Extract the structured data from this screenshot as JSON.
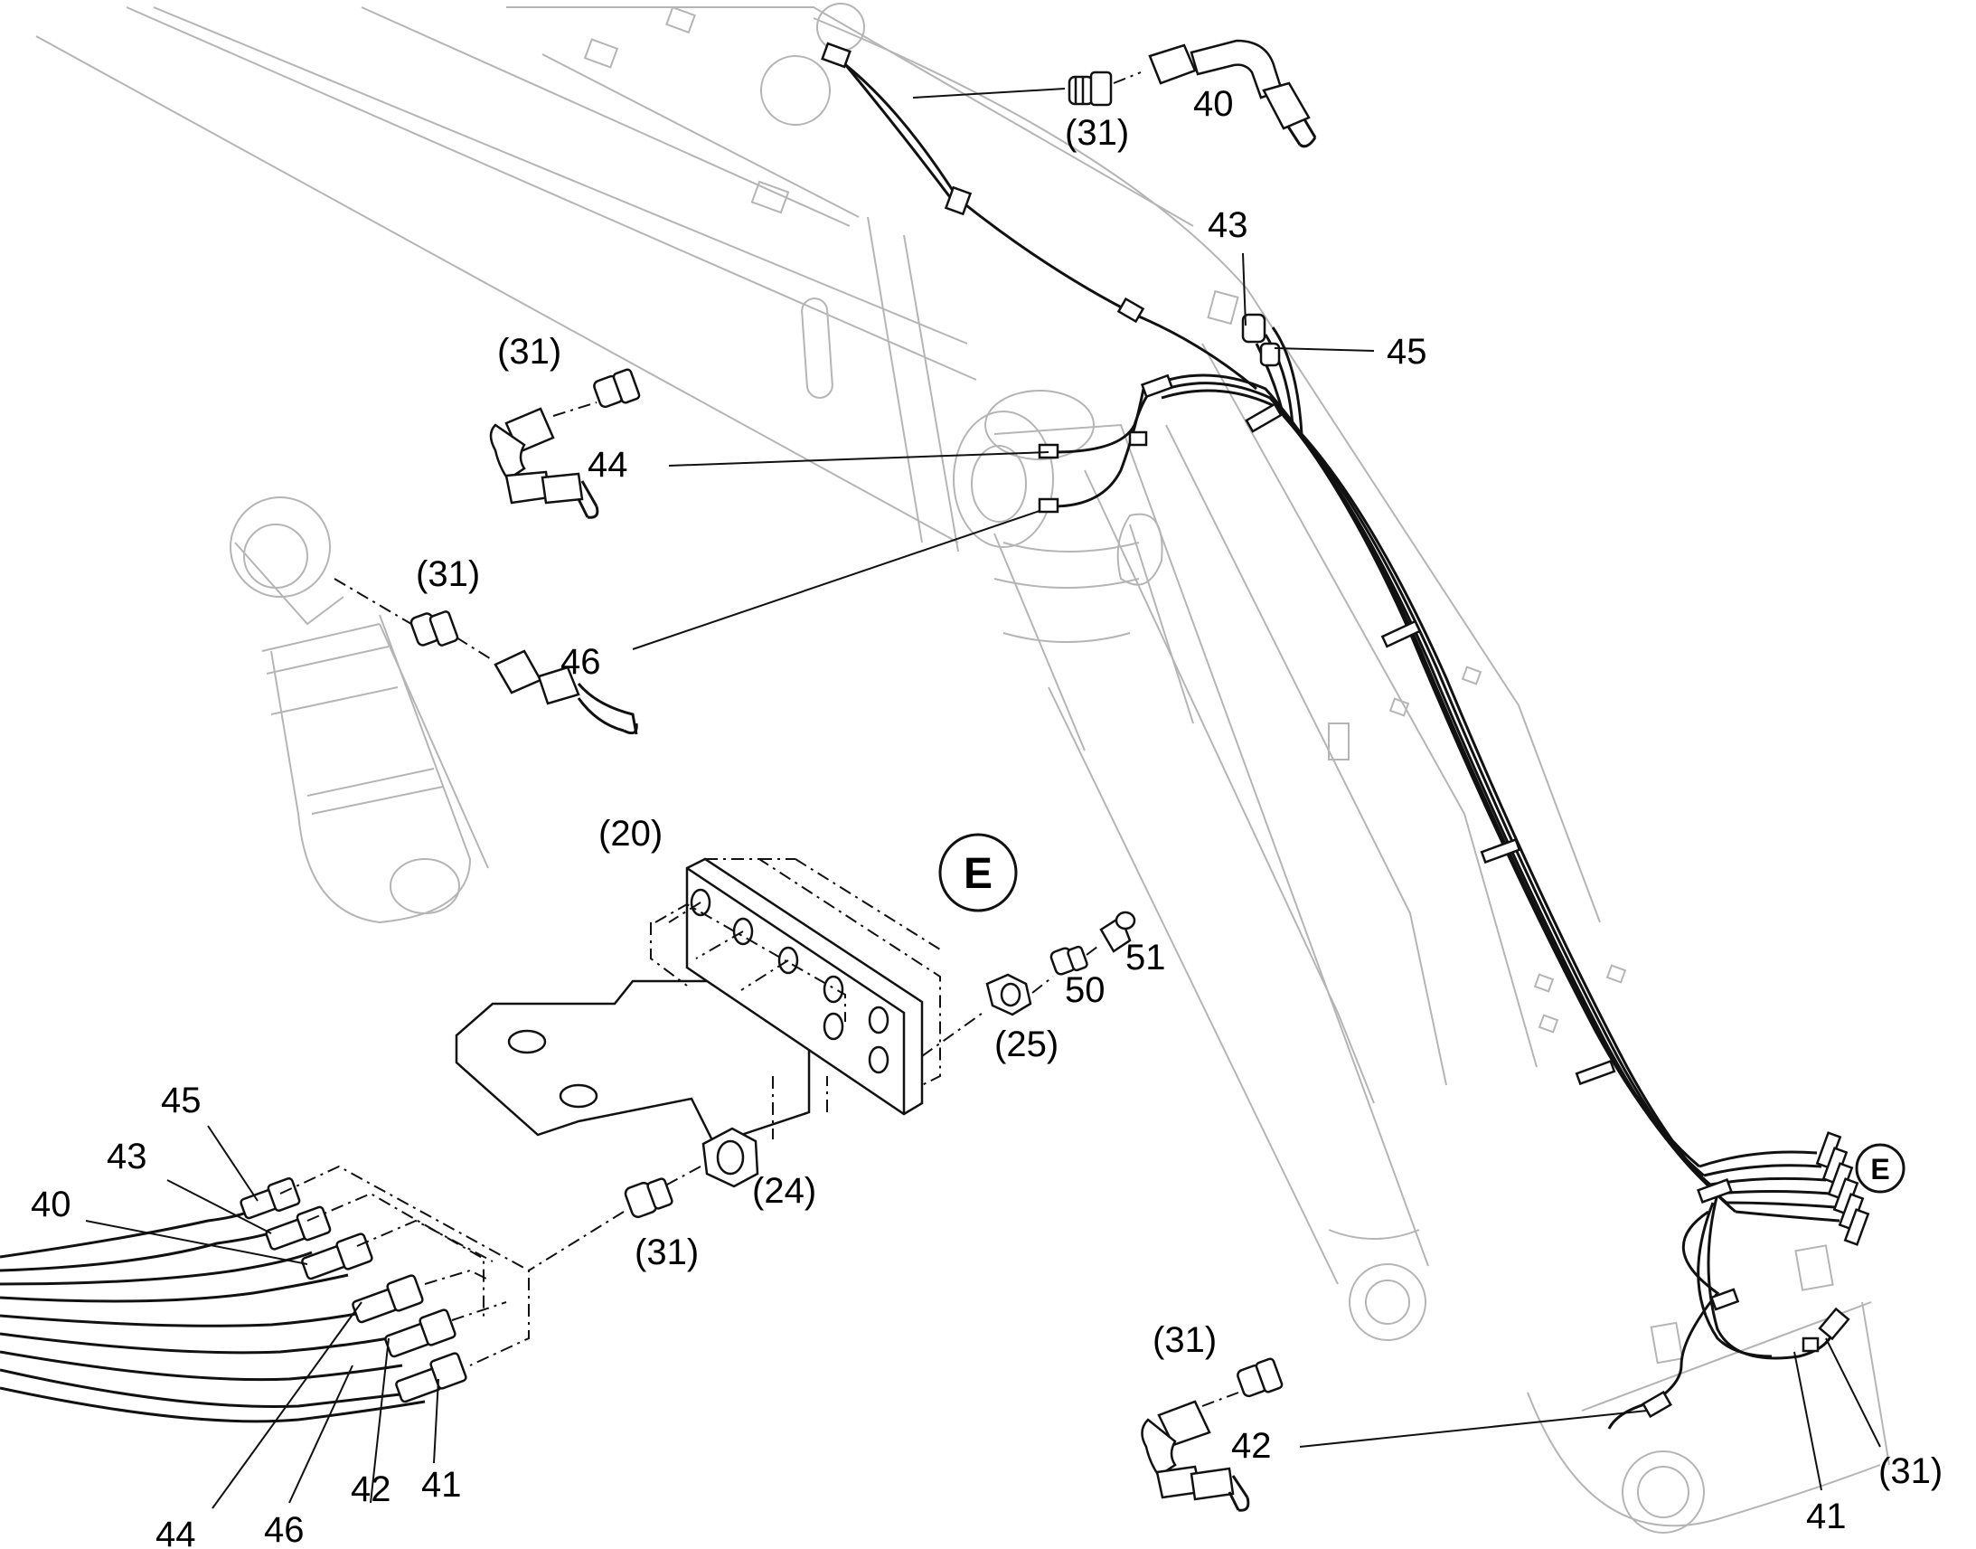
{
  "callouts": {
    "c40_top": "40",
    "c31_top": "(31)",
    "c43_top": "43",
    "c45_top": "45",
    "c31_left": "(31)",
    "c44_mid": "44",
    "c31_cyl": "(31)",
    "c46_mid": "46",
    "c20": "(20)",
    "cE_block": "E",
    "c51": "51",
    "c50": "50",
    "c25": "(25)",
    "cE_right": "E",
    "c24": "(24)",
    "c31_lower": "(31)",
    "c45_bot": "45",
    "c43_bot": "43",
    "c40_bot": "40",
    "c44_bot": "44",
    "c46_bot": "46",
    "c42_bot": "42",
    "c41_bot": "41",
    "c31_br": "(31)",
    "c42_br": "42",
    "c41_br": "41",
    "c31_brr": "(31)"
  }
}
